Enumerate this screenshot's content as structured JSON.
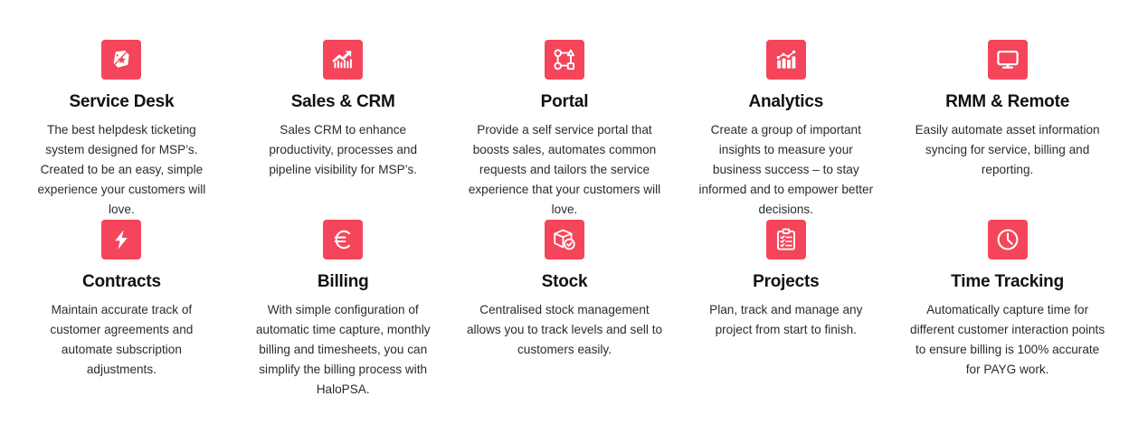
{
  "brand": {
    "accent_color": "#f4455a",
    "icon_color": "#ffffff",
    "title_color": "#111111",
    "text_color": "#2b2b2b"
  },
  "features": [
    {
      "icon": "service-desk-badge-icon",
      "title": "Service Desk",
      "description": "The best helpdesk ticketing system designed for MSP’s. Created to be an easy, simple experience your customers will love."
    },
    {
      "icon": "growth-chart-arrow-icon",
      "title": "Sales & CRM",
      "description": "Sales CRM to enhance productivity, processes and pipeline visibility for MSP’s."
    },
    {
      "icon": "network-nodes-icon",
      "title": "Portal",
      "description": "Provide a self service portal that boosts sales, automates common requests and tailors the service experience that your customers will love."
    },
    {
      "icon": "bar-chart-line-icon",
      "title": "Analytics",
      "description": "Create a group of important insights to measure your business success – to stay informed and to empower better decisions."
    },
    {
      "icon": "monitor-icon",
      "title": "RMM & Remote",
      "description": "Easily automate asset information syncing for service, billing and reporting."
    },
    {
      "icon": "lightning-bolt-icon",
      "title": "Contracts",
      "description": "Maintain accurate track of customer agreements and automate subscription adjustments."
    },
    {
      "icon": "euro-currency-icon",
      "title": "Billing",
      "description": "With simple configuration of automatic time capture, monthly billing and timesheets, you can simplify the billing process with HaloPSA."
    },
    {
      "icon": "box-check-icon",
      "title": "Stock",
      "description": "Centralised stock management allows you to track levels and sell to customers easily."
    },
    {
      "icon": "clipboard-checklist-icon",
      "title": "Projects",
      "description": "Plan, track and manage any project from start to finish."
    },
    {
      "icon": "clock-icon",
      "title": "Time Tracking",
      "description": "Automatically capture time for different customer interaction points to ensure billing is 100% accurate for PAYG work."
    }
  ]
}
